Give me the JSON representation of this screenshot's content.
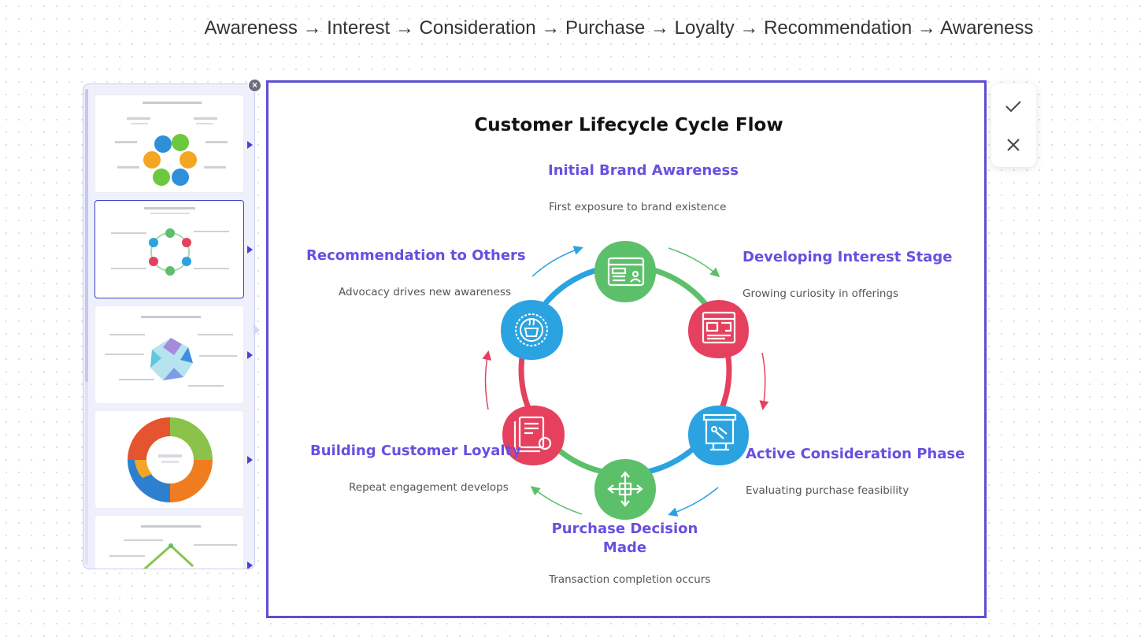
{
  "flow_sequence": "Awareness → Interest → Consideration → Purchase → Loyalty → Recommendation → Awareness",
  "diagram": {
    "title": "Customer Lifecycle Cycle Flow",
    "stages": [
      {
        "title": "Initial Brand Awareness",
        "desc": "First exposure to brand existence",
        "color": "#5cc06a",
        "icon": "browser-window-icon"
      },
      {
        "title": "Developing Interest Stage",
        "desc": "Growing curiosity in offerings",
        "color": "#e5415f",
        "icon": "document-layout-icon"
      },
      {
        "title": "Active Consideration Phase",
        "desc": "Evaluating purchase feasibility",
        "color": "#2aa3e0",
        "icon": "presentation-board-icon"
      },
      {
        "title": "Purchase Decision Made",
        "title_line1": "Purchase Decision",
        "title_line2": "Made",
        "desc": "Transaction completion occurs",
        "color": "#5cc06a",
        "icon": "crossroads-arrows-icon"
      },
      {
        "title": "Building Customer Loyalty",
        "desc": "Repeat engagement develops",
        "color": "#e5415f",
        "icon": "document-badge-icon"
      },
      {
        "title": "Recommendation to Others",
        "desc": "Advocacy drives new awareness",
        "color": "#2aa3e0",
        "icon": "coffee-badge-icon"
      }
    ]
  },
  "colors": {
    "accent": "#5b4fd6",
    "title_purple": "#6a4ee0",
    "green": "#5cc06a",
    "red": "#e5415f",
    "blue": "#2aa3e0"
  },
  "actions": {
    "confirm_icon": "check-icon",
    "cancel_icon": "close-icon"
  }
}
